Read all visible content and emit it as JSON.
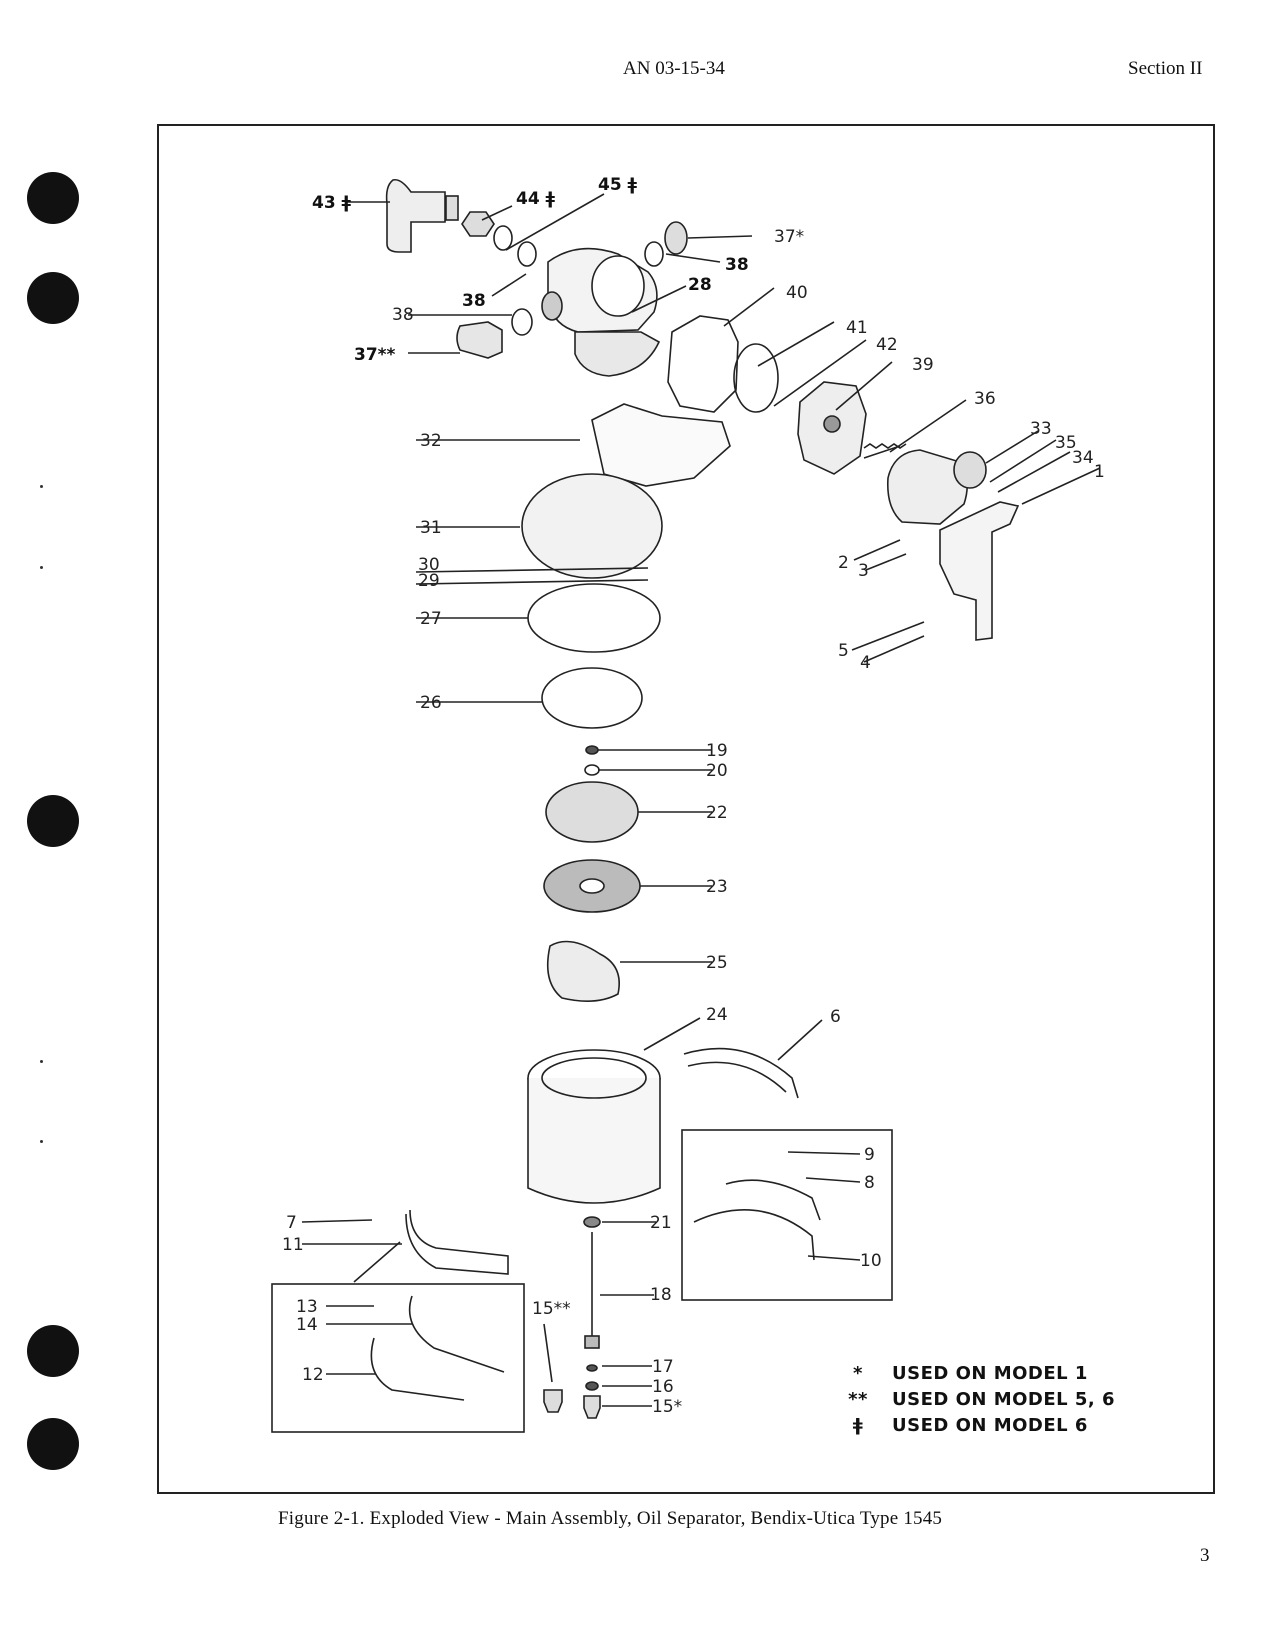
{
  "header": {
    "document_number": "AN 03-15-34",
    "section": "Section II"
  },
  "figure": {
    "caption": "Figure 2-1.  Exploded View - Main Assembly, Oil Separator, Bendix-Utica Type 1545",
    "callouts": [
      "43 ǂ",
      "44 ǂ",
      "45 ǂ",
      "37*",
      "38",
      "38",
      "38",
      "28",
      "40",
      "37**",
      "41",
      "42",
      "39",
      "32",
      "36",
      "33",
      "35",
      "34",
      "1",
      "31",
      "2",
      "3",
      "30",
      "29",
      "27",
      "5",
      "4",
      "26",
      "19",
      "20",
      "22",
      "23",
      "25",
      "24",
      "6",
      "9",
      "8",
      "7",
      "11",
      "21",
      "10",
      "13",
      "14",
      "15**",
      "18",
      "12",
      "17",
      "16",
      "15*"
    ],
    "legend": [
      {
        "symbol": "*",
        "text": "USED ON MODEL 1"
      },
      {
        "symbol": "**",
        "text": "USED ON MODEL 5, 6"
      },
      {
        "symbol": "ǂ",
        "text": "USED ON MODEL 6"
      }
    ]
  },
  "page_number": "3"
}
